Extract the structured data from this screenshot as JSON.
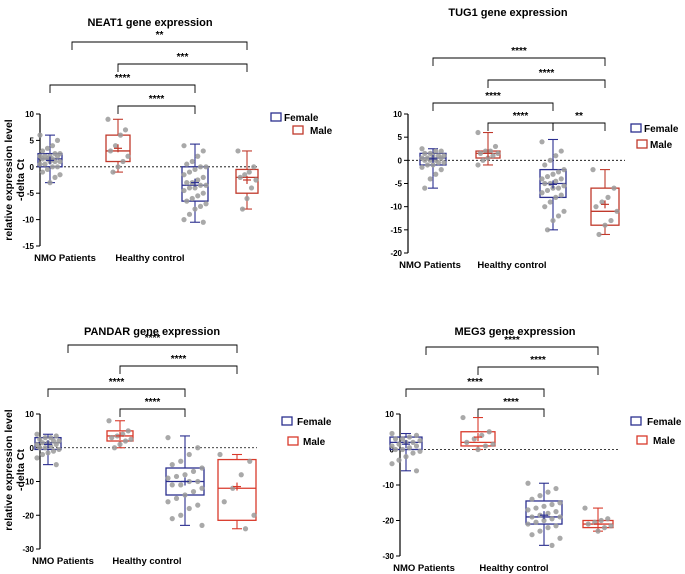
{
  "figure": {
    "ylabel_line1": "relative expression level",
    "ylabel_line2": "-delta Ct"
  },
  "chart_data": [
    {
      "type": "boxplot",
      "title": "NEAT1 gene expression",
      "categories": [
        "NMO Patients",
        "Healthy control"
      ],
      "ylim": [
        -15,
        10
      ],
      "yticks": [
        10,
        5,
        0,
        -5,
        -10,
        -15
      ],
      "ytick_labels": [
        "10",
        "5",
        "0",
        "-5",
        "-10",
        "-15"
      ],
      "legend": [
        "Female",
        "Male"
      ],
      "colors": {
        "Female": "#2b2f8f",
        "Male": "#c0392b"
      },
      "series": [
        {
          "name": "Female",
          "category": "NMO Patients",
          "min": -3,
          "q1": 0,
          "median": 1.5,
          "q3": 2.5,
          "max": 6,
          "mean": 1.2,
          "points": [
            6,
            5,
            4,
            3.5,
            3,
            2.5,
            2.5,
            2,
            2,
            2,
            2,
            1.5,
            1.5,
            1.5,
            1,
            1,
            1,
            0.5,
            0.5,
            0,
            0,
            -0.5,
            -1,
            -1.5,
            -2,
            -3
          ]
        },
        {
          "name": "Male",
          "category": "NMO Patients",
          "min": -1,
          "q1": 1,
          "median": 3,
          "q3": 6,
          "max": 9,
          "mean": 3.5,
          "points": [
            9,
            7,
            6,
            4,
            3,
            2,
            1,
            0,
            -1
          ]
        },
        {
          "name": "Female",
          "category": "Healthy control",
          "min": -10.5,
          "q1": -6.5,
          "median": -3.5,
          "q3": 0,
          "max": 4.3,
          "mean": -3,
          "points": [
            4,
            3,
            2,
            1,
            0.5,
            0,
            0,
            -0.5,
            -1,
            -1.5,
            -2,
            -2.5,
            -3,
            -3,
            -3.5,
            -3.5,
            -4,
            -4,
            -4.5,
            -5,
            -5.5,
            -6,
            -6.5,
            -7,
            -7.5,
            -8,
            -9,
            -10,
            -10.5
          ]
        },
        {
          "name": "Male",
          "category": "Healthy control",
          "min": -8,
          "q1": -5,
          "median": -2,
          "q3": -0.5,
          "max": 3,
          "mean": -2.5,
          "points": [
            3,
            0,
            -1,
            -1.5,
            -2,
            -2.5,
            -4,
            -6,
            -8
          ]
        }
      ],
      "comparisons": [
        {
          "from": 0,
          "to": 1,
          "label": "****"
        },
        {
          "from": 0,
          "to": 1,
          "label": "****"
        },
        {
          "from": 0,
          "to": 1,
          "label": "***"
        },
        {
          "from": 0,
          "to": 1,
          "label": "**"
        }
      ]
    },
    {
      "type": "boxplot",
      "title": "TUG1 gene expression",
      "categories": [
        "NMO Patients",
        "Healthy control"
      ],
      "ylim": [
        -20,
        10
      ],
      "yticks": [
        10,
        5,
        0,
        -5,
        -10,
        -15,
        -20
      ],
      "ytick_labels": [
        "10",
        "5",
        "0",
        "-5",
        "-10",
        "-15",
        "-20"
      ],
      "legend": [
        "Female",
        "Male"
      ],
      "colors": {
        "Female": "#2b2f8f",
        "Male": "#c0392b"
      },
      "series": [
        {
          "name": "Female",
          "category": "NMO Patients",
          "min": -6,
          "q1": -1,
          "median": 0.5,
          "q3": 1.5,
          "max": 2.5,
          "mean": 0.3,
          "points": [
            2.5,
            2,
            2,
            1.5,
            1.5,
            1,
            1,
            1,
            0.5,
            0.5,
            0.5,
            0,
            0,
            0,
            -0.5,
            -0.5,
            -1,
            -1,
            -1.5,
            -2,
            -3,
            -4,
            -6
          ]
        },
        {
          "name": "Male",
          "category": "NMO Patients",
          "min": -1,
          "q1": 0.5,
          "median": 1.5,
          "q3": 2,
          "max": 6,
          "mean": 1.5,
          "points": [
            6,
            3,
            2,
            2,
            1.5,
            1.5,
            1,
            0.5,
            0,
            -1
          ]
        },
        {
          "name": "Female",
          "category": "Healthy control",
          "min": -15,
          "q1": -8,
          "median": -5,
          "q3": -2,
          "max": 4.5,
          "mean": -5.2,
          "points": [
            4,
            2,
            1,
            0,
            -1,
            -2,
            -2.5,
            -3,
            -3.5,
            -4,
            -4,
            -4.5,
            -5,
            -5,
            -5.5,
            -6,
            -6,
            -6.5,
            -7,
            -7.5,
            -8,
            -9,
            -10,
            -11,
            -12,
            -13,
            -15
          ]
        },
        {
          "name": "Male",
          "category": "Healthy control",
          "min": -16,
          "q1": -14,
          "median": -11,
          "q3": -6,
          "max": -2,
          "mean": -9.5,
          "points": [
            -2,
            -6,
            -8,
            -9,
            -10,
            -11,
            -13,
            -14,
            -16
          ]
        }
      ],
      "comparisons": [
        {
          "from": 0,
          "to": 1,
          "label": "****"
        },
        {
          "from": 0,
          "to": 1,
          "label": "****"
        },
        {
          "from": 0,
          "to": 1,
          "label": "**"
        },
        {
          "from": 0,
          "to": 1,
          "label": "****"
        },
        {
          "from": 0,
          "to": 1,
          "label": "****"
        }
      ]
    },
    {
      "type": "boxplot",
      "title": "PANDAR gene expression",
      "categories": [
        "NMO Patients",
        "Healthy control"
      ],
      "ylim": [
        -30,
        10
      ],
      "yticks": [
        10,
        0,
        -10,
        -20,
        -30
      ],
      "ytick_labels": [
        "10",
        "0",
        "-10",
        "-20",
        "-30"
      ],
      "legend": [
        "Female",
        "Male"
      ],
      "colors": {
        "Female": "#2b2f8f",
        "Male": "#d93a2b"
      },
      "series": [
        {
          "name": "Female",
          "category": "NMO Patients",
          "min": -5,
          "q1": -0.5,
          "median": 1.5,
          "q3": 3,
          "max": 4,
          "mean": 1,
          "points": [
            4,
            3.5,
            3,
            3,
            2.5,
            2,
            2,
            1.5,
            1.5,
            1,
            1,
            0.5,
            0,
            0,
            -0.5,
            -1,
            -1.5,
            -2,
            -3,
            -5
          ]
        },
        {
          "name": "Male",
          "category": "NMO Patients",
          "min": 0,
          "q1": 2,
          "median": 3.5,
          "q3": 5,
          "max": 8,
          "mean": 3.5,
          "points": [
            8,
            5,
            4,
            3.5,
            3,
            2.5,
            2,
            1,
            0
          ]
        },
        {
          "name": "Female",
          "category": "Healthy control",
          "min": -23,
          "q1": -14,
          "median": -10,
          "q3": -6,
          "max": 3.5,
          "mean": -10,
          "points": [
            3,
            0,
            -2,
            -4,
            -5,
            -6,
            -7,
            -8,
            -8.5,
            -9,
            -10,
            -10,
            -11,
            -11,
            -12,
            -13,
            -14,
            -15,
            -16,
            -17,
            -18,
            -20,
            -21,
            -23
          ]
        },
        {
          "name": "Male",
          "category": "Healthy control",
          "min": -24,
          "q1": -21.5,
          "median": -12,
          "q3": -3.5,
          "max": -2,
          "mean": -11.5,
          "points": [
            -2,
            -4,
            -8,
            -12,
            -16,
            -20,
            -24
          ]
        }
      ],
      "comparisons": [
        {
          "from": 0,
          "to": 1,
          "label": "****"
        },
        {
          "from": 0,
          "to": 1,
          "label": "****"
        },
        {
          "from": 0,
          "to": 1,
          "label": "****"
        },
        {
          "from": 0,
          "to": 1,
          "label": "****"
        }
      ]
    },
    {
      "type": "boxplot",
      "title": "MEG3 gene expression",
      "categories": [
        "NMO Patients",
        "Healthy control"
      ],
      "ylim": [
        -30,
        10
      ],
      "yticks": [
        10,
        0,
        -10,
        -20,
        -30
      ],
      "ytick_labels": [
        "10",
        "0",
        "-10",
        "-20",
        "-30"
      ],
      "legend": [
        "Female",
        "Male"
      ],
      "colors": {
        "Female": "#2b2f8f",
        "Male": "#d93a2b"
      },
      "series": [
        {
          "name": "Female",
          "category": "NMO Patients",
          "min": -6,
          "q1": 0,
          "median": 2,
          "q3": 3.5,
          "max": 4.5,
          "mean": 1.5,
          "points": [
            4.5,
            4,
            3.5,
            3,
            3,
            2.5,
            2,
            2,
            1.5,
            1,
            1,
            0.5,
            0,
            0,
            -0.5,
            -1,
            -2,
            -3,
            -4,
            -6
          ]
        },
        {
          "name": "Male",
          "category": "NMO Patients",
          "min": 0,
          "q1": 1,
          "median": 2,
          "q3": 5,
          "max": 9,
          "mean": 3.5,
          "points": [
            9,
            5,
            4,
            3,
            2,
            1.5,
            1,
            0
          ]
        },
        {
          "name": "Female",
          "category": "Healthy control",
          "min": -27,
          "q1": -21,
          "median": -19,
          "q3": -14.5,
          "max": -9.5,
          "mean": -18.5,
          "points": [
            -9.5,
            -11,
            -12,
            -13,
            -14,
            -15,
            -15.5,
            -16,
            -16.5,
            -17,
            -17.5,
            -18,
            -18.5,
            -19,
            -19,
            -19.5,
            -20,
            -20.5,
            -21,
            -21.5,
            -22,
            -23,
            -24,
            -25,
            -27
          ]
        },
        {
          "name": "Male",
          "category": "Healthy control",
          "min": -23,
          "q1": -22,
          "median": -21,
          "q3": -20,
          "max": -16.5,
          "mean": -21,
          "points": [
            -16.5,
            -19.5,
            -20,
            -20.5,
            -21,
            -21.5,
            -22,
            -23
          ]
        }
      ],
      "comparisons": [
        {
          "from": 0,
          "to": 1,
          "label": "****"
        },
        {
          "from": 0,
          "to": 1,
          "label": "****"
        },
        {
          "from": 0,
          "to": 1,
          "label": "****"
        },
        {
          "from": 0,
          "to": 1,
          "label": "****"
        }
      ]
    }
  ]
}
